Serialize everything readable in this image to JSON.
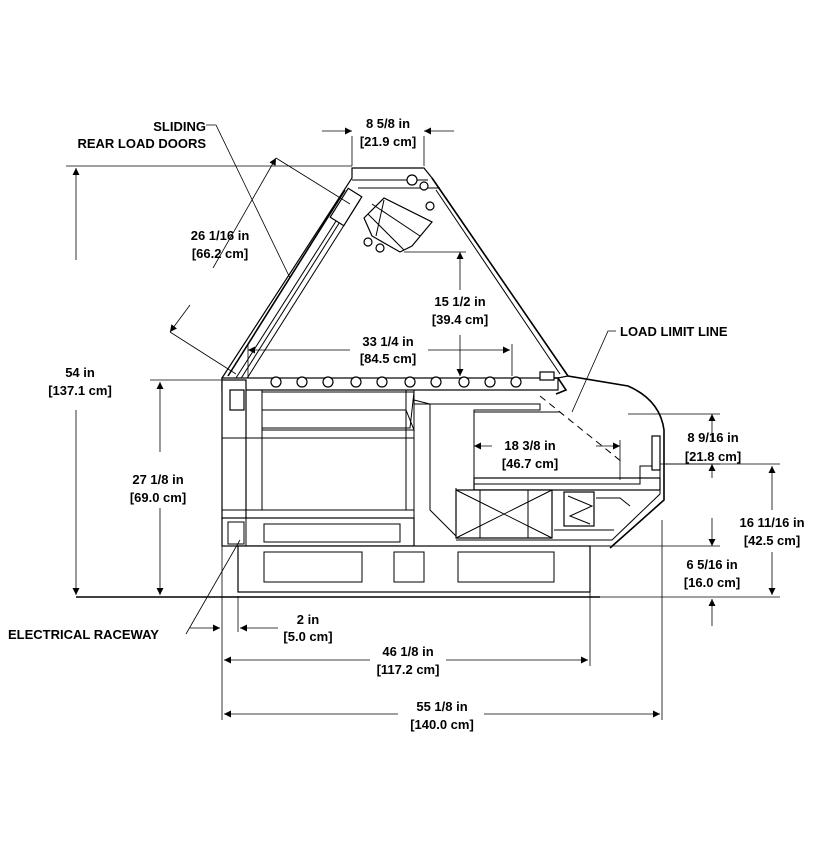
{
  "labels": {
    "sliding_doors_line1": "SLIDING",
    "sliding_doors_line2": "REAR LOAD DOORS",
    "load_limit_line": "LOAD LIMIT LINE",
    "electrical_raceway": "ELECTRICAL RACEWAY"
  },
  "dimensions": {
    "top_width": {
      "imperial": "8 5/8 in",
      "metric": "[21.9 cm]"
    },
    "door_length": {
      "imperial": "26 1/16 in",
      "metric": "[66.2 cm]"
    },
    "overall_height": {
      "imperial": "54 in",
      "metric": "[137.1 cm]"
    },
    "upper_clearance": {
      "imperial": "15 1/2 in",
      "metric": "[39.4 cm]"
    },
    "top_shelf_depth": {
      "imperial": "33 1/4 in",
      "metric": "[84.5 cm]"
    },
    "base_height": {
      "imperial": "27 1/8 in",
      "metric": "[69.0 cm]"
    },
    "deck_depth": {
      "imperial": "18 3/8 in",
      "metric": "[46.7 cm]"
    },
    "front_glass_height": {
      "imperial": "8 9/16 in",
      "metric": "[21.8 cm]"
    },
    "deck_height": {
      "imperial": "16 11/16 in",
      "metric": "[42.5 cm]"
    },
    "kick_height": {
      "imperial": "6 5/16 in",
      "metric": "[16.0 cm]"
    },
    "raceway_offset": {
      "imperial": "2 in",
      "metric": "[5.0 cm]"
    },
    "base_depth": {
      "imperial": "46 1/8 in",
      "metric": "[117.2 cm]"
    },
    "overall_depth": {
      "imperial": "55 1/8 in",
      "metric": "[140.0 cm]"
    }
  }
}
